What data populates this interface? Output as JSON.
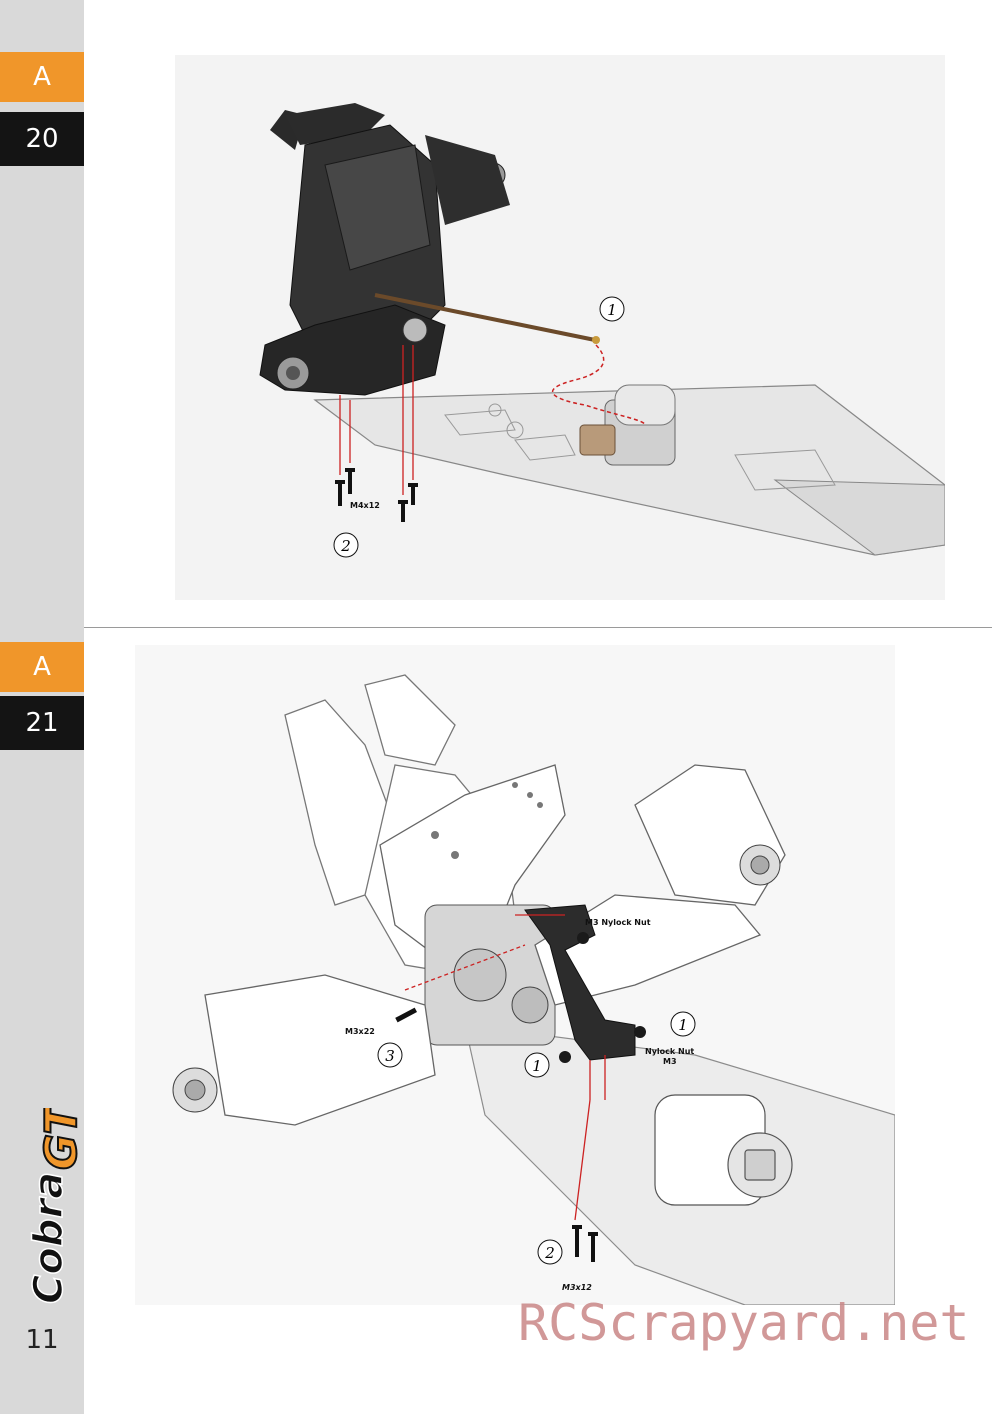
{
  "steps": [
    {
      "letter": "A",
      "number": "20"
    },
    {
      "letter": "A",
      "number": "21"
    }
  ],
  "step20": {
    "callouts": [
      "1",
      "2"
    ],
    "screw_label": "M4x12"
  },
  "step21": {
    "callouts": [
      "1",
      "1",
      "2",
      "3"
    ],
    "labels": {
      "nylock_top": "M3 Nylock Nut",
      "nylock_right_line1": "Nylock Nut",
      "nylock_right_line2": "M3",
      "screw_left": "M3x22",
      "screw_bottom": "M3x12"
    }
  },
  "logo_text": "CobraGT",
  "page_number": "11",
  "watermark": "RCScrapyard.net",
  "colors": {
    "accent": "#f0962a",
    "dark_tab": "#141414",
    "sidebar": "#d9d9d9",
    "guide_line": "#cc2222"
  }
}
